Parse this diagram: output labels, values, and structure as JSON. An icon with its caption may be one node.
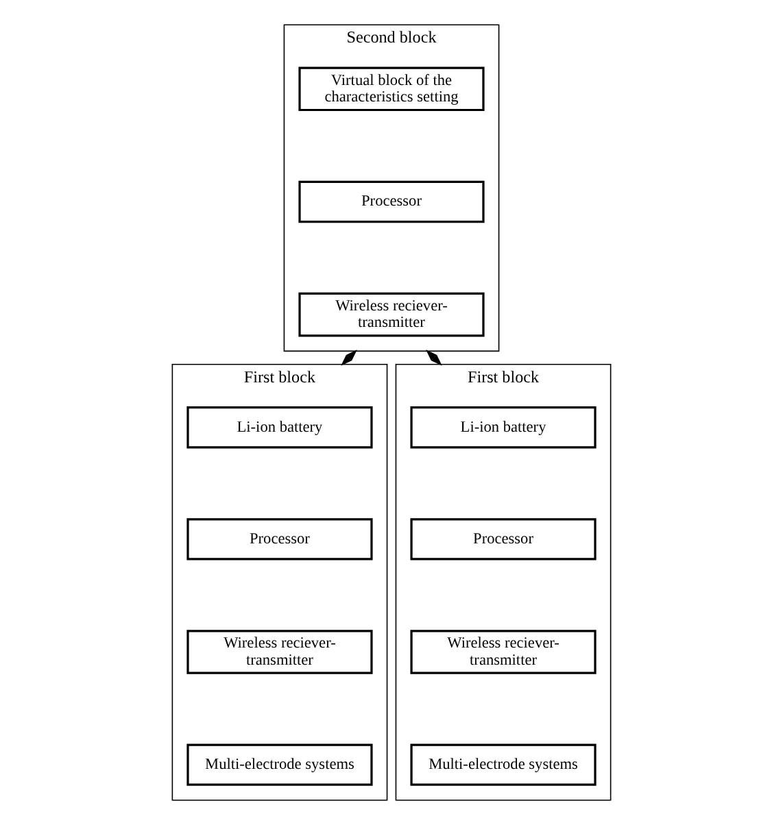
{
  "diagram": {
    "nodes": [
      {
        "text": [
          "Second block"
        ]
      },
      {
        "text": [
          "Virtual block of the characteristics setting"
        ],
        "in": 0
      },
      {
        "text": [
          "Processor"
        ],
        "in": 0
      },
      {
        "text": [
          "Wireless reciever-transmitter"
        ],
        "in": 0
      },
      {
        "text": [
          "First block"
        ]
      },
      {
        "text": [
          "Li-ion battery"
        ],
        "in": 4
      },
      {
        "text": [
          "Processor"
        ],
        "in": 4
      },
      {
        "text": [
          "Wireless reciever-transmitter"
        ],
        "in": 4
      },
      {
        "text": [
          "Multi-electrode systems"
        ],
        "in": 4
      },
      {
        "text": [
          "First block"
        ]
      },
      {
        "text": [
          "Li-ion battery"
        ],
        "in": 9
      },
      {
        "text": [
          "Processor"
        ],
        "in": 9
      },
      {
        "text": [
          "Wireless reciever-transmitter"
        ],
        "in": 9
      },
      {
        "text": [
          "Multi-electrode systems"
        ],
        "in": 9
      }
    ],
    "edges": [
      {
        "from": 0,
        "to": 4,
        "arrow": "both"
      },
      {
        "from": 0,
        "to": 9,
        "arrow": "both"
      }
    ]
  }
}
